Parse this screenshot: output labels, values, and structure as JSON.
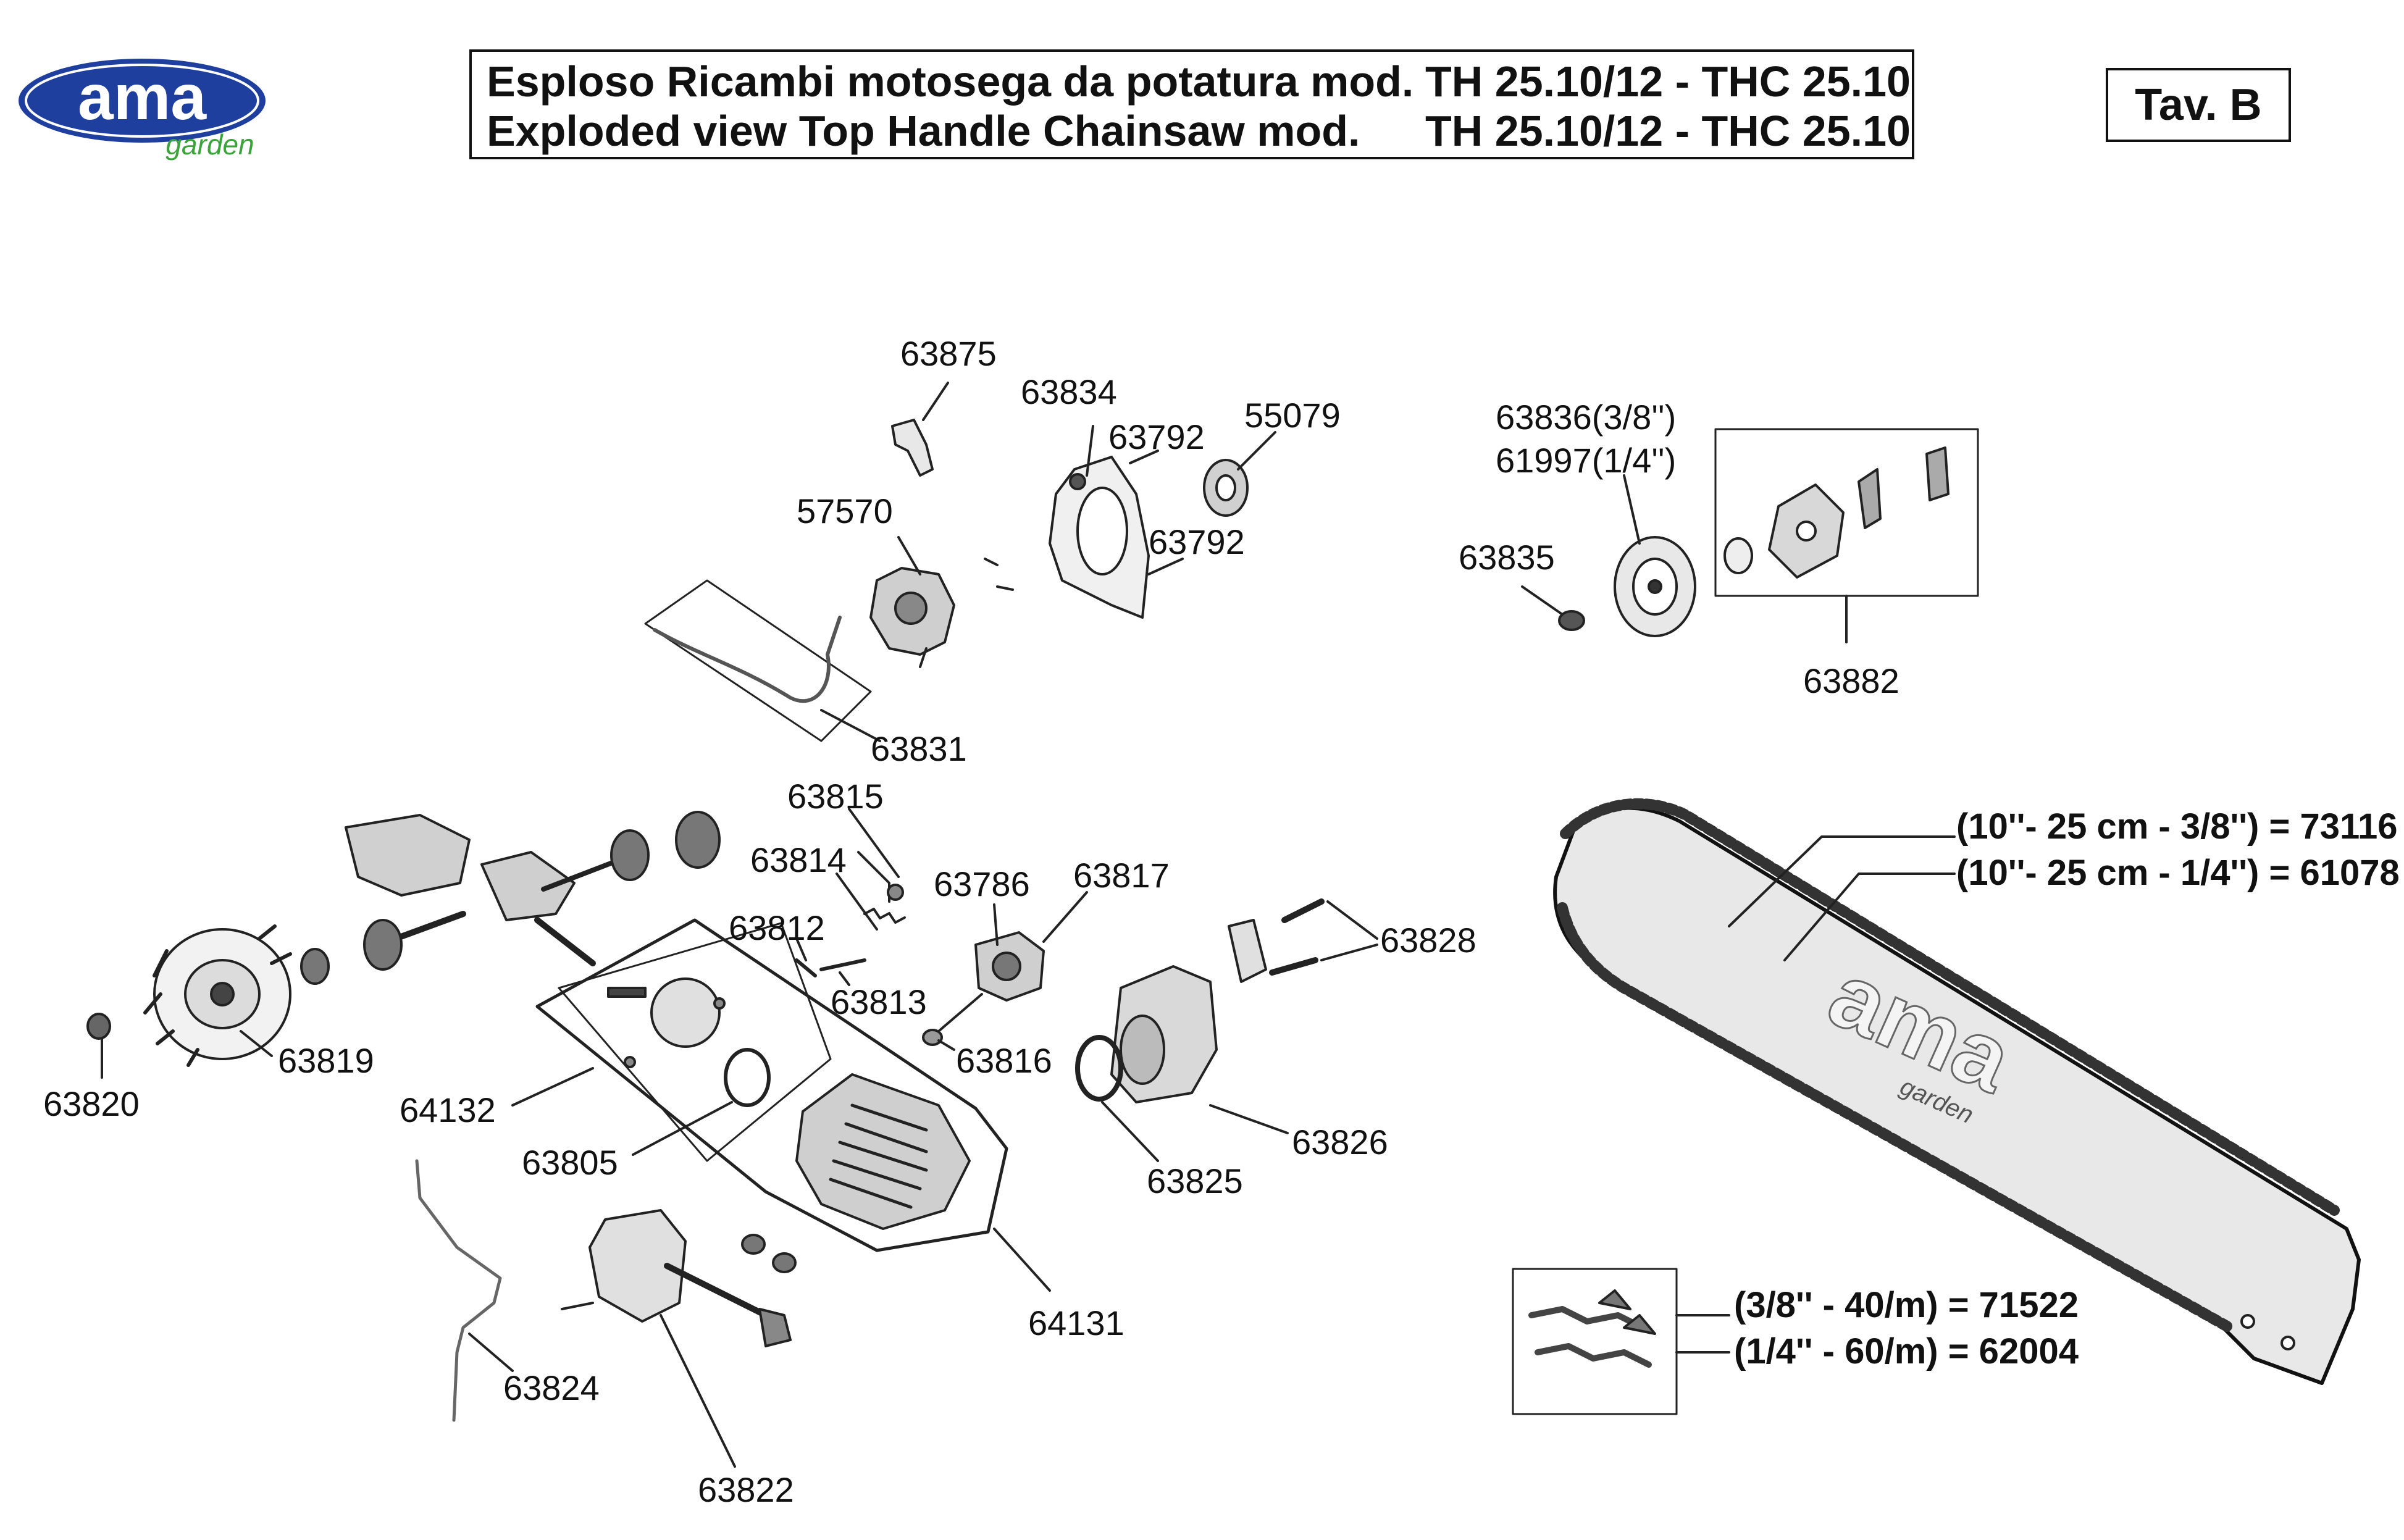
{
  "logo": {
    "brand": "ama",
    "sub": "garden"
  },
  "title": {
    "line1_prefix": "Esploso Ricambi motosega da potatura mod.",
    "line1_model": "TH 25.10/12 - THC 25.10",
    "line2_prefix": "Exploded view Top Handle Chainsaw mod.",
    "line2_model": "TH 25.10/12 - THC 25.10"
  },
  "table_label": "Tav. B",
  "bar_logo": {
    "brand": "ama",
    "sub": "garden"
  },
  "parts": {
    "p63875": "63875",
    "p63834": "63834",
    "p63792a": "63792",
    "p55079": "55079",
    "p57570": "57570",
    "p63792b": "63792",
    "p63831": "63831",
    "p63836": "63836(3/8'')",
    "p61997": "61997(1/4'')",
    "p63835": "63835",
    "p63882": "63882",
    "p63815": "63815",
    "p63814": "63814",
    "p63786": "63786",
    "p63817": "63817",
    "p63812": "63812",
    "p63813": "63813",
    "p63816": "63816",
    "p63828": "63828",
    "p63819": "63819",
    "p63820": "63820",
    "p64132": "64132",
    "p63805": "63805",
    "p63825": "63825",
    "p63826": "63826",
    "p64131": "64131",
    "p63824": "63824",
    "p63822": "63822",
    "bar_38": "(10''- 25 cm - 3/8'') = 73116",
    "bar_14": "(10''- 25 cm - 1/4'') = 61078",
    "chain_38": "(3/8'' - 40/m) = 71522",
    "chain_14": "(1/4'' - 60/m) = 62004"
  }
}
